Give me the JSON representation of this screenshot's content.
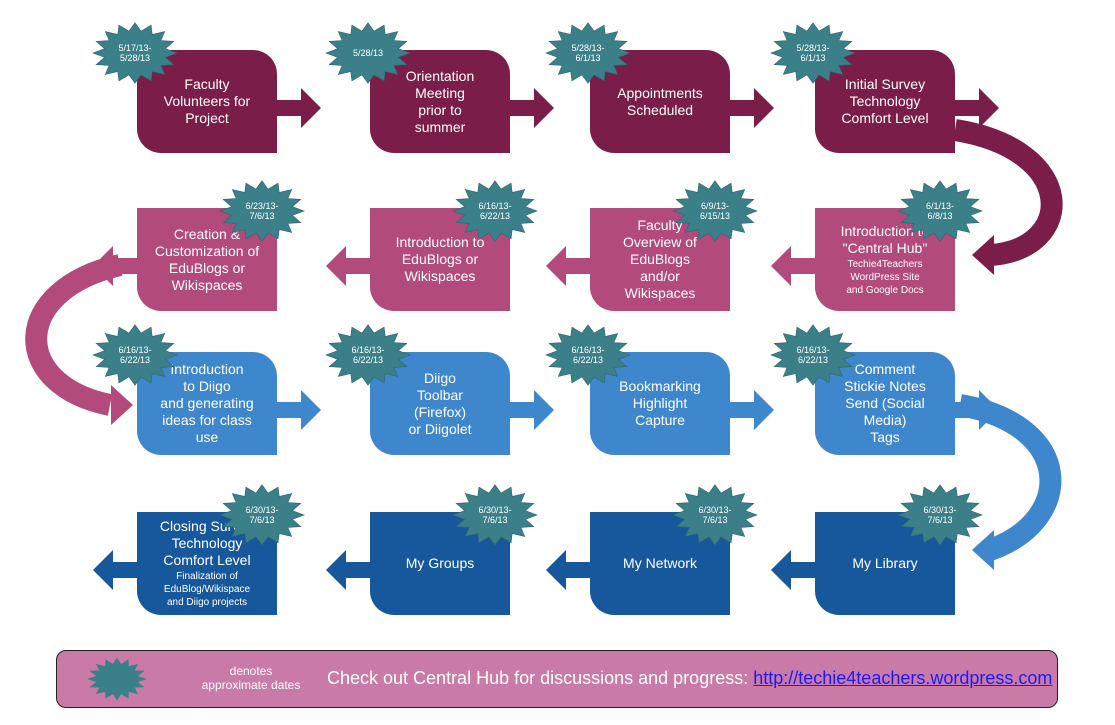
{
  "colors": {
    "row1": "#7a1d48",
    "row2": "#b24a7c",
    "row3": "#3f87cc",
    "row4": "#17579c",
    "badge": "#3b7f88",
    "legend_bg": "#c97aa6"
  },
  "rows": [
    {
      "color": "#7a1d48",
      "direction": "right",
      "cards": [
        {
          "text": "Faculty\nVolunteers for\nProject",
          "sub": "",
          "badge": "5/17/13-\n5/28/13"
        },
        {
          "text": "Orientation\nMeeting\nprior to\nsummer",
          "sub": "",
          "badge": "5/28/13"
        },
        {
          "text": "Appointments\nScheduled",
          "sub": "",
          "badge": "5/28/13-\n6/1/13"
        },
        {
          "text": "Initial Survey\nTechnology\nComfort Level",
          "sub": "",
          "badge": "5/28/13-\n6/1/13"
        }
      ]
    },
    {
      "color": "#b24a7c",
      "direction": "left",
      "cards": [
        {
          "text": "Creation &\nCustomization of\nEduBlogs or\nWikispaces",
          "sub": "",
          "badge": "6/23/13-\n7/6/13"
        },
        {
          "text": "Introduction to\nEduBlogs or\nWikispaces",
          "sub": "",
          "badge": "6/16/13-\n6/22/13"
        },
        {
          "text": "Faculty\nOverview of\nEduBlogs\nand/or\nWikispaces",
          "sub": "",
          "badge": "6/9/13-\n6/15/13"
        },
        {
          "text": "Introduction to\n\"Central Hub\"",
          "sub": "Techie4Teachers\nWordPress Site\nand Google Docs",
          "badge": "6/1/13-\n6/8/13"
        }
      ]
    },
    {
      "color": "#3f87cc",
      "direction": "right",
      "cards": [
        {
          "text": "Introduction\nto Diigo\nand generating\nideas for class\nuse",
          "sub": "",
          "badge": "6/16/13-\n6/22/13"
        },
        {
          "text": "Diigo\nToolbar\n(Firefox)\nor Diigolet",
          "sub": "",
          "badge": "6/16/13-\n6/22/13"
        },
        {
          "text": "Bookmarking\nHighlight\nCapture",
          "sub": "",
          "badge": "6/16/13-\n6/22/13"
        },
        {
          "text": "Comment\nStickie Notes\nSend (Social\nMedia)\nTags",
          "sub": "",
          "badge": "6/16/13-\n6/22/13"
        }
      ]
    },
    {
      "color": "#17579c",
      "direction": "left",
      "cards": [
        {
          "text": "Closing Survey\nTechnology\nComfort Level",
          "sub": "Finalization of\nEduBlog/Wikispace\nand Diigo projects",
          "badge": "6/30/13-\n7/6/13"
        },
        {
          "text": "My Groups",
          "sub": "",
          "badge": "6/30/13-\n7/6/13"
        },
        {
          "text": "My Network",
          "sub": "",
          "badge": "6/30/13-\n7/6/13"
        },
        {
          "text": "My Library",
          "sub": "",
          "badge": "6/30/13-\n7/6/13"
        }
      ]
    }
  ],
  "legend": {
    "icon": "star-badge-icon",
    "denotes": "denotes\napproximate dates",
    "message": "Check out Central Hub for discussions and progress:",
    "link": "http://techie4teachers.wordpress.com"
  }
}
